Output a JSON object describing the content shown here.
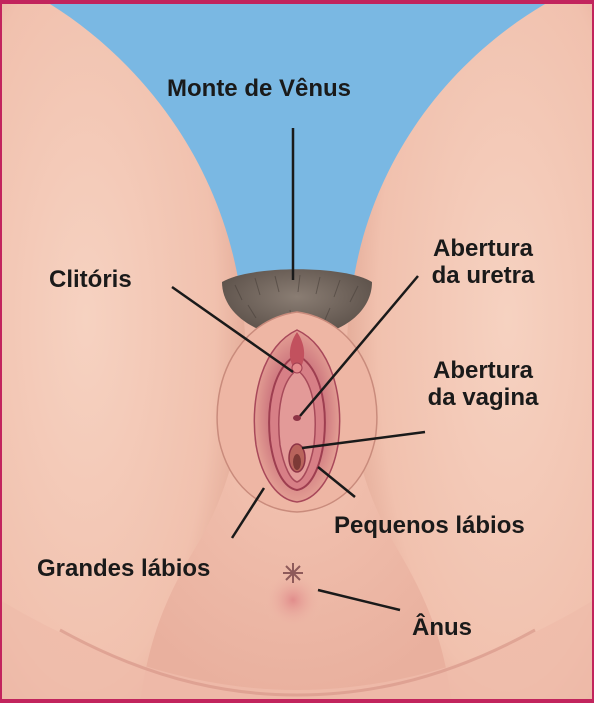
{
  "diagram": {
    "labels": {
      "mons": "Monte de Vênus",
      "clitoris": "Clitóris",
      "urethra_1": "Abertura",
      "urethra_2": "da uretra",
      "vagina_1": "Abertura",
      "vagina_2": "da vagina",
      "labia_minora": "Pequenos lábios",
      "labia_majora": "Grandes lábios",
      "anus": "Ânus"
    },
    "colors": {
      "background": "#7ab8e3",
      "skin": "#f1c1ae",
      "skin_shadow": "#d99a87",
      "hair": "#6e6259",
      "tissue": "#c25c6a",
      "frame": "#c2245d",
      "leader_line": "#1a1a1a"
    }
  }
}
